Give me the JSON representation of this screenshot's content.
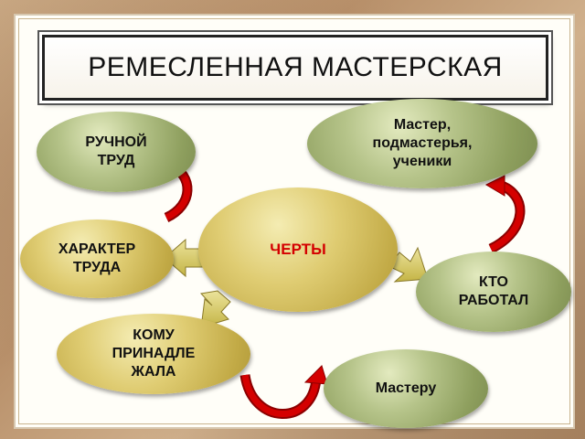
{
  "title": "РЕМЕСЛЕННАЯ МАСТЕРСКАЯ",
  "center": {
    "label": "ЧЕРТЫ",
    "color": "#d40000"
  },
  "nodes": {
    "ruchnoy_trud": "РУЧНОЙ\nТРУД",
    "kharakter_truda": "ХАРАКТЕР\nТРУДА",
    "komu_prinadlezhala": "КОМУ\nПРИНАДЛЕ\nЖАЛА",
    "master_podmasterya": "Мастер,\nподмастерья,\nученики",
    "kto_rabotal": "КТО\nРАБОТАЛ",
    "masteru": "Мастеру"
  },
  "colors": {
    "green_node": "#9aab68",
    "gold_node": "#d6c25e",
    "arrow_fill": "#d9ce6a",
    "red_arrow": "#d40000"
  }
}
